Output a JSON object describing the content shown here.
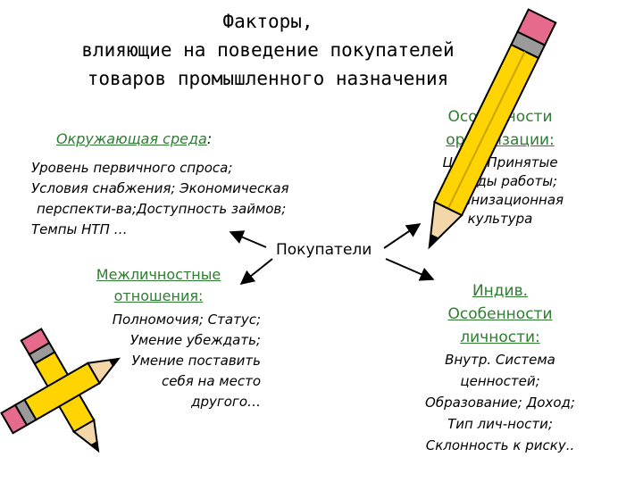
{
  "title": {
    "line1": "Факторы,",
    "line2": "влияющие на поведение покупателей",
    "line3": "товаров промышленного назначения"
  },
  "environment": {
    "title": "Окружающая среда",
    "colon": ":",
    "items": [
      "Уровень первичного спроса;",
      "Условия снабжения; Экономическая",
      "перспекти-ва;Доступность займов;",
      "Темпы НТП …"
    ]
  },
  "center": {
    "label": "Покупатели"
  },
  "interpersonal": {
    "title_line1": "Межличностные",
    "title_line2": "отношения:",
    "items": [
      "Полномочия; Статус;",
      "Умение убеждать;",
      "Умение поставить",
      "себя на место",
      "другого…"
    ]
  },
  "organization": {
    "title_line1": "Особенности",
    "title_line2": "организации:",
    "items": [
      "Цели; Принятые",
      "методы работы;",
      "Организационная",
      "культура"
    ]
  },
  "individual": {
    "title_line1": "Индив.",
    "title_line2": "Особенности",
    "title_line3": "личности:",
    "items": [
      "Внутр. Система",
      "ценностей;",
      "Образование; Доход;",
      "Тип лич-ности;",
      "Склонность к риску.."
    ]
  },
  "colors": {
    "heading_green": "#2e7d32",
    "pencil_yellow": "#ffd400",
    "pencil_outline": "#000000",
    "eraser_pink": "#e56a8c",
    "ferrule_grey": "#9a9a9a"
  }
}
